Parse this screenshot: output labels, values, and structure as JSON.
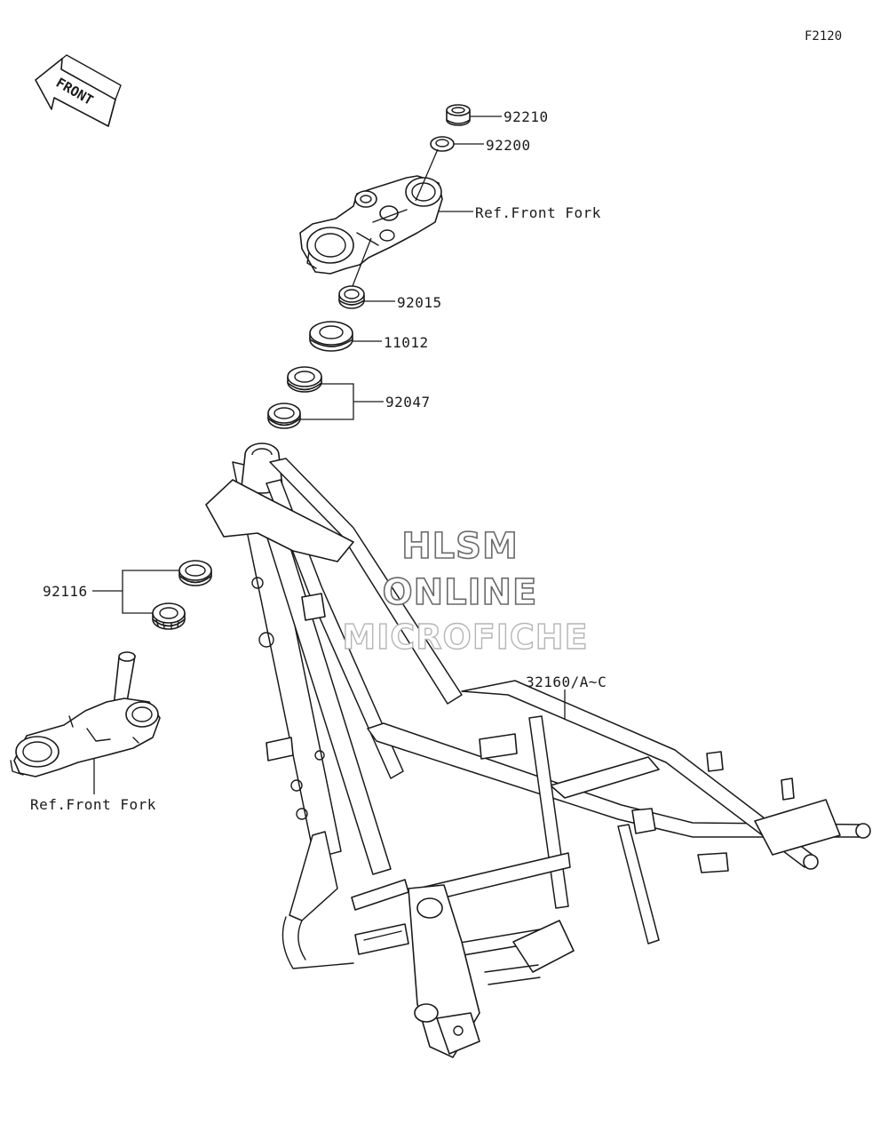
{
  "figure_code": "F2120",
  "direction_label": "FRONT",
  "watermark": {
    "line1": "HLSM",
    "line2": "ONLINE",
    "line3": "MICROFICHE"
  },
  "callouts": [
    {
      "id": "c92210",
      "label": "92210"
    },
    {
      "id": "c92200",
      "label": "92200"
    },
    {
      "id": "cRefTop",
      "label": "Ref.Front Fork"
    },
    {
      "id": "c92015",
      "label": "92015"
    },
    {
      "id": "c11012",
      "label": "11012"
    },
    {
      "id": "c92047",
      "label": "92047"
    },
    {
      "id": "c92116",
      "label": "92116"
    },
    {
      "id": "cRefBottom",
      "label": "Ref.Front Fork"
    },
    {
      "id": "c32160",
      "label": "32160/A~C"
    }
  ]
}
